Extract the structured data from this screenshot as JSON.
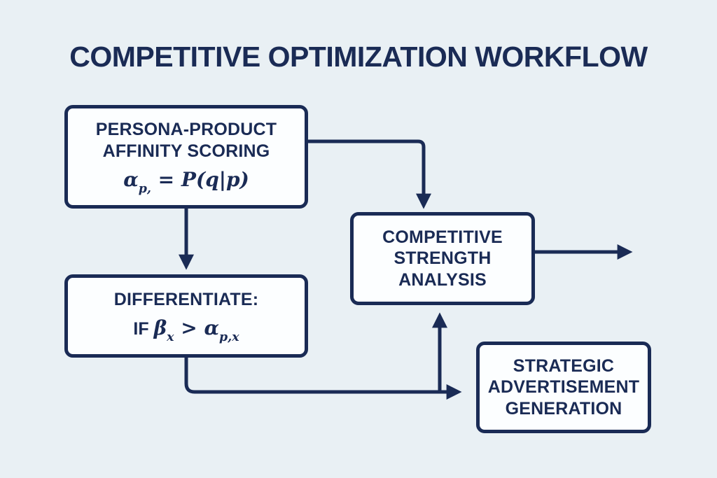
{
  "title": "COMPETITIVE OPTIMIZATION WORKFLOW",
  "colors": {
    "background": "#e9f0f4",
    "ink": "#1a2b55",
    "box_fill": "#fcfeff"
  },
  "nodes": {
    "persona": {
      "line1": "PERSONA-PRODUCT",
      "line2": "AFFINITY SCORING",
      "formula": {
        "alpha": "α",
        "alpha_sub": "p,",
        "equals": " = ",
        "rhs": "P(q|p)"
      }
    },
    "differentiate": {
      "line1": "DIFFERENTIATE:",
      "if_label": "IF ",
      "formula": {
        "beta": "β",
        "beta_sub": "x",
        "gt": " > ",
        "alpha": "α",
        "alpha_sub": "p,x"
      }
    },
    "strength": {
      "line1": "COMPETITIVE",
      "line2": "STRENGTH",
      "line3": "ANALYSIS"
    },
    "strategic": {
      "line1": "STRATEGIC",
      "line2": "ADVERTISEMENT",
      "line3": "GENERATION"
    }
  }
}
